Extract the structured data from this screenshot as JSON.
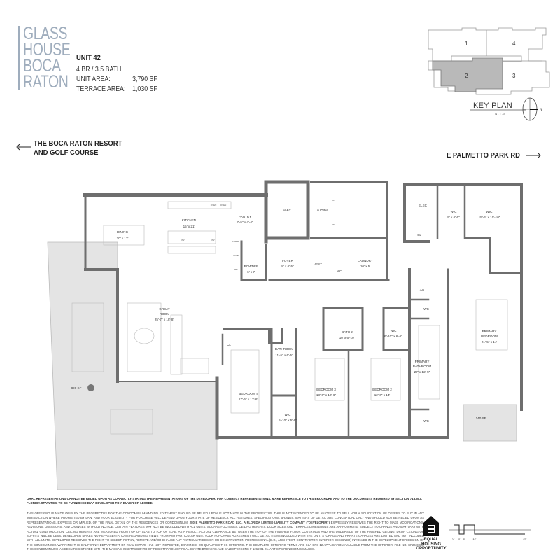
{
  "logo": {
    "lines": [
      "GLASS",
      "HOUSE",
      "BOCA",
      "RATON"
    ]
  },
  "unit": {
    "title": "UNIT 42",
    "beds_baths": "4 BR / 3.5 BATH",
    "unit_area_label": "UNIT AREA:",
    "unit_area_value": "3,790 SF",
    "terrace_area_label": "TERRACE AREA:",
    "terrace_area_value": "1,030 SF"
  },
  "key_plan": {
    "label": "KEY PLAN",
    "scale_note": "N.T.S",
    "north": "N",
    "units": [
      "1",
      "2",
      "3",
      "4"
    ],
    "highlighted_unit": "2",
    "highlight_color": "#b9b9b9"
  },
  "directions": {
    "left_line1": "THE BOCA RATON RESORT",
    "left_line2": "AND GOLF COURSE",
    "right": "E PALMETTO PARK RD"
  },
  "rooms": {
    "dining": {
      "name": "DINING",
      "size": "20' x 12'"
    },
    "kitchen": {
      "name": "KITCHEN",
      "size": "15' x 21'"
    },
    "pantry": {
      "name": "PANTRY",
      "size": "7'-5\" x 4'-4\""
    },
    "elev": {
      "name": "ELEV"
    },
    "stairs": {
      "name": "STAIRS"
    },
    "powder": {
      "name": "POWDER",
      "size": "6' x 7'"
    },
    "foyer": {
      "name": "FOYER",
      "size": "8' x 6'-5\""
    },
    "vest": {
      "name": "VEST"
    },
    "ac1": {
      "name": "AC"
    },
    "laundry": {
      "name": "LAUNDRY",
      "size": "10' x 5'"
    },
    "elec": {
      "name": "ELEC"
    },
    "wic1": {
      "name": "WIC",
      "size": "9' x 6'-6\""
    },
    "wic2": {
      "name": "WIC",
      "size": "15'-6\" x 10'-10\""
    },
    "cl1": {
      "name": "CL"
    },
    "ac2": {
      "name": "AC"
    },
    "wc1": {
      "name": "WC"
    },
    "great_room": {
      "name1": "GREAT",
      "name2": "ROOM",
      "size": "25'-7\" x 18'-8\""
    },
    "terrace_main": {
      "name": "890 SF"
    },
    "cl2": {
      "name": "CL"
    },
    "bathroom": {
      "name": "BATHROOM",
      "size": "11'-5\" x 6'-5\""
    },
    "bath2": {
      "name": "BATH 2",
      "size": "10' x 6'-10\""
    },
    "wic3": {
      "name": "WIC",
      "size": "6'-10\" x 6'-6\""
    },
    "primary_bath": {
      "name1": "PRIMARY",
      "name2": "BATHROOM",
      "size": "27' x 12'-5\""
    },
    "primary_bed": {
      "name1": "PRIMARY",
      "name2": "BEDROOM",
      "size": "21'-5\" x 14'"
    },
    "bedroom4": {
      "name": "BEDROOM 4",
      "size": "17'-6\" x 12'-6\""
    },
    "bedroom3": {
      "name": "BEDROOM 3",
      "size": "13'-6\" x 12'-6\""
    },
    "bedroom2": {
      "name": "BEDROOM 2",
      "size": "12'-6\" x 14'"
    },
    "wic4": {
      "name": "WIC",
      "size": "5'-10\" x 5'-6\""
    },
    "wc2": {
      "name": "WC"
    },
    "terrace_small": {
      "name": "140 SF"
    }
  },
  "appliances": {
    "oven1": "OVEN",
    "oven2": "OVEN",
    "dw": "DW",
    "dw2": "DW",
    "freez": "FREEZ",
    "wine": "WINE",
    "ref": "REF",
    "up": "UP",
    "dn": "DN"
  },
  "disclaimer": {
    "bold": "ORAL REPRESENTATIONS CANNOT BE RELIED UPON AS CORRECTLY STATING THE REPRESENTATIONS OF THE DEVELOPER. FOR CORRECT REPRESENTATIONS, MAKE REFERENCE TO THIS BROCHURE AND TO THE DOCUMENTS REQUIRED BY SECTION 718.503, FLORIDA STATUTES, TO BE FURNISHED BY A DEVELOPER TO A BUYER OR LESSEE.",
    "body_pre": "THIS OFFERING IS MADE ONLY BY THE PROSPECTUS FOR THE CONDOMINIUM AND NO STATEMENT SHOULD BE RELIED UPON IF NOT MADE IN THE PROSPECTUS. THIS IS NOT INTENDED TO BE AN OFFER TO SELL NOR A SOLICITATION OF OFFERS TO BUY IN ANY JURISDICTION WHERE PROHIBITED BY LAW, AND YOUR ELIGIBILITY FOR PURCHASE WILL DEPEND UPON YOUR STATE OF RESIDENCY. ALL FEATURES, SPECIFICATIONS, BRANDS, MATTERS OF DETAIL ARE CONCEPTUAL ONLY AND SHOULD NOT BE RELIED UPON AS REPRESENTATIONS, EXPRESS OR IMPLIED, OF THE FINAL DETAIL OF THE RESIDENCES OR CONDOMINIUM.",
    "body_bold": "280 E PALMETTO PARK ROAD LLC, A FLORIDA LIMITED LIABILITY COMPANY (\"DEVELOPER\")",
    "body_post": "EXPRESSLY RESERVES THE RIGHT TO MAKE MODIFICATIONS, REVISIONS, OMISSIONS, AND CHANGES WITHOUT NOTICE. CERTAIN FEATURES MAY NOT BE INCLUDED WITH ALL UNITS. SQUARE FOOTAGES, CEILING HEIGHTS, DOOR SIZES AND TERRACE DIMENSIONS ARE APPROXIMATE, SUBJECT TO CHANGE AND MAY VARY WITH ACTUAL CONSTRUCTION. CEILING HEIGHTS ARE MEASURED FROM TOP OF SLAB TO TOP OF SLAB. AS A RESULT, ACTUAL CLEARANCE BETWEEN THE TOP OF THE FINISHED FLOOR COVERINGS AND THE UNDERSIDE OF THE FINISHED CEILING, DROP CEILING OR SOFFITS WILL BE LESS. DEVELOPER MAKES NO REPRESENTATIONS REGARDING VIEWS FROM ANY PARTICULAR UNIT. YOUR PURCHASE AGREEMENT WILL DETAIL ITEMS INCLUDED WITH THE UNIT. STORAGE AND PRIVATE GARAGES ARE LIMITED AND NOT INCLUDED WITH ALL UNITS. DEVELOPER RESERVES THE RIGHT TO SELECT, RETAIN, REMOVE AND/OR CHANGE ANY PARTICULAR DESIGN OR CONSTRUCTION PROFESSIONAL (E.G., ARCHITECT, CONTRACTOR, INTERIOR DESIGNER) INVOLVED IN THE DEVELOPMENT OR DESIGN OF THE CONDOMINIUM. WARNING: THE CALIFORNIA DEPARTMENT OF REAL ESTATE HAS NOT INSPECTED, EXAMINED, OR QUALIFIED THIS OFFERING. THE COMPLETE OFFERING TERMS ARE IN A CPS-12 APPLICATION AVAILABLE FROM THE OFFEROR. FILE NO. CP26-0033. THIS CONDOMINIUM HAS BEEN REGISTERED WITH THE MASSACHUSETTS BOARD OF REGISTRATION OF REAL ESTATE BROKERS AND SALESPERSONS F-1262-01-01. ARTIST'S RENDERING IMAGES."
  },
  "equal_housing": {
    "text": "EQUAL HOUSING OPPORTUNITY"
  },
  "scale_bar": {
    "ticks": [
      "0'",
      "3'",
      "6'",
      "12'",
      "24'"
    ]
  },
  "colors": {
    "wall": "#6e6e6e",
    "terrace": "#e4e4e4",
    "logo": "#9fadbd"
  }
}
